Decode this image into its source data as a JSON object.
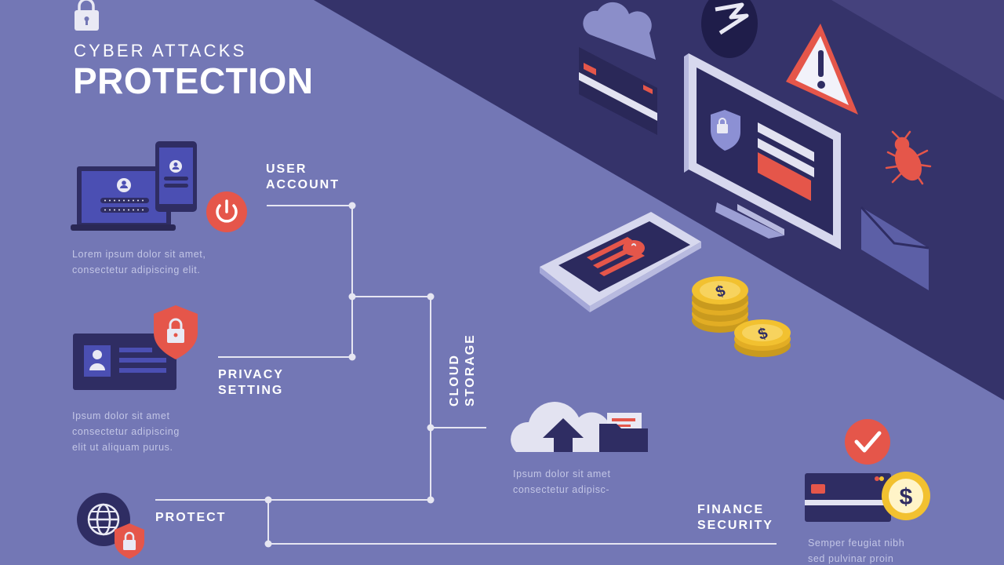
{
  "header": {
    "title_small": "CYBER ATTACKS",
    "title_large": "PROTECTION"
  },
  "sections": {
    "user_account": {
      "label_line1": "USER",
      "label_line2": "ACCOUNT",
      "desc_line1": "Lorem ipsum dolor sit amet,",
      "desc_line2": "consectetur adipiscing elit."
    },
    "privacy_setting": {
      "label_line1": "PRIVACY",
      "label_line2": "SETTING",
      "desc_line1": "Ipsum dolor sit amet",
      "desc_line2": "consectetur adipiscing",
      "desc_line3": "elit ut aliquam purus."
    },
    "cloud_storage": {
      "label_line1": "CLOUD",
      "label_line2": "STORAGE",
      "desc_line1": "Ipsum dolor sit amet",
      "desc_line2": "consectetur adipisc-"
    },
    "protect": {
      "label": "PROTECT"
    },
    "finance_security": {
      "label_line1": "FINANCE",
      "label_line2": "SECURITY",
      "desc_line1": "Semper feugiat nibh",
      "desc_line2": "sed pulvinar proin"
    }
  },
  "icons": {
    "padlock": "padlock-icon",
    "laptop": "laptop-icon",
    "power": "power-icon",
    "id_card": "id-card-icon",
    "shield_lock": "shield-lock-icon",
    "globe": "globe-icon",
    "cloud_upload": "cloud-upload-icon",
    "folder": "folder-icon",
    "credit_card": "credit-card-icon",
    "coin": "dollar-coin-icon",
    "checkmark": "checkmark-icon",
    "monitor": "monitor-icon",
    "smartphone": "smartphone-icon",
    "warning": "warning-icon",
    "bug": "bug-icon",
    "envelope": "envelope-icon"
  },
  "colors": {
    "background": "#7377b5",
    "dark_band": "#35336a",
    "accent_red": "#e5564a",
    "gold": "#f2c130",
    "line": "#e6e6f2"
  }
}
